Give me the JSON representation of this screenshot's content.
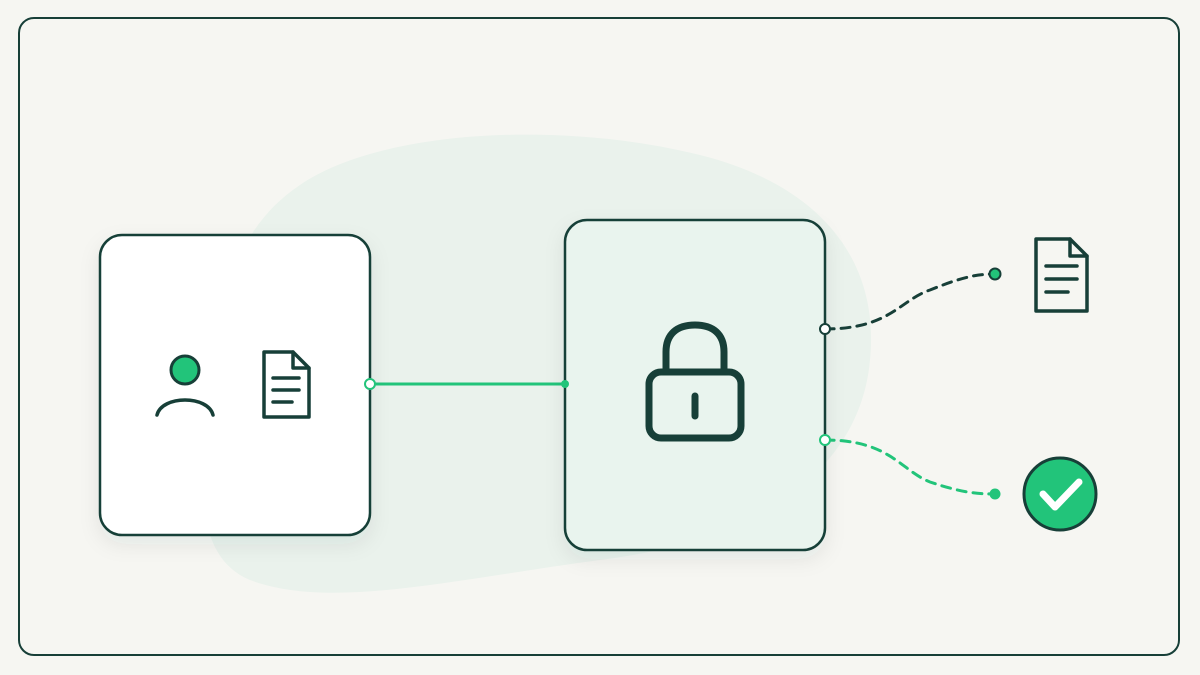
{
  "colors": {
    "background": "#f6f6f2",
    "stroke": "#173f38",
    "accent": "#22c47a",
    "card_fill": "#ffffff",
    "vault_fill": "#e9f4ee",
    "blob_fill": "#eaf2ec"
  },
  "nodes": [
    {
      "id": "input",
      "icons": [
        "user-icon",
        "document-icon"
      ]
    },
    {
      "id": "vault",
      "icons": [
        "lock-icon"
      ]
    },
    {
      "id": "output-document",
      "icons": [
        "document-icon"
      ]
    },
    {
      "id": "output-verified",
      "icons": [
        "check-circle-icon"
      ]
    }
  ],
  "edges": [
    {
      "from": "input",
      "to": "vault",
      "style": "solid",
      "color": "accent"
    },
    {
      "from": "vault",
      "to": "output-document",
      "style": "dashed",
      "color": "stroke"
    },
    {
      "from": "vault",
      "to": "output-verified",
      "style": "dashed",
      "color": "accent"
    }
  ]
}
